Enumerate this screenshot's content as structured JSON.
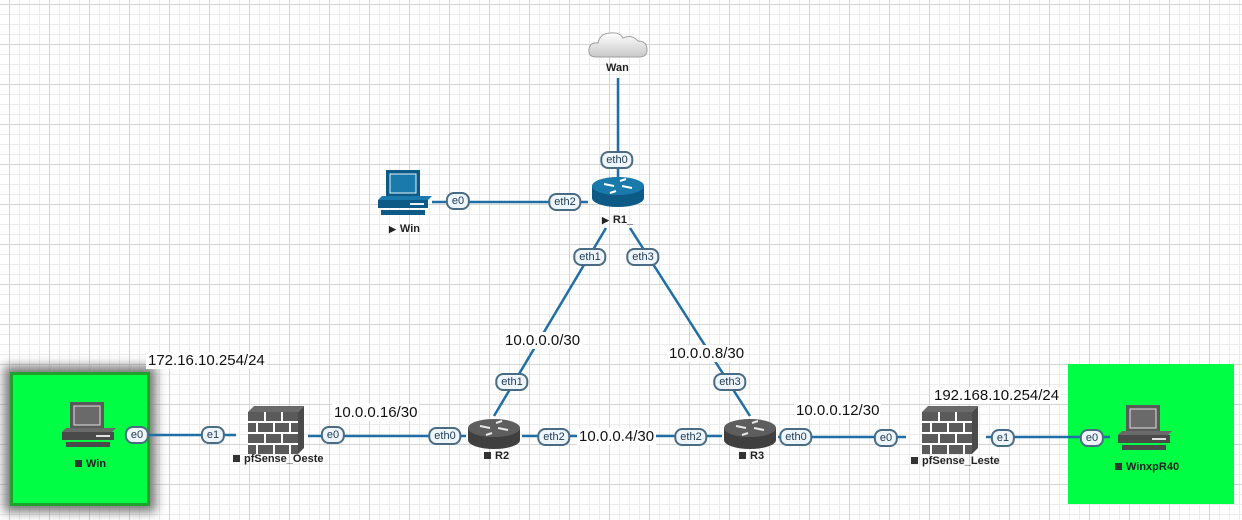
{
  "diagram": {
    "type": "network-topology",
    "colors": {
      "link": "#1f6fa6",
      "router_running": "#1a7aab",
      "router_stopped": "#5a5a5a",
      "group_fill": "#00ff44",
      "badge_border": "#4a6b84"
    },
    "nodes": {
      "wan": {
        "label": "Wan",
        "type": "cloud"
      },
      "r1": {
        "label": "R1_",
        "type": "router",
        "status": "running",
        "status_icon": "play-icon"
      },
      "win_top": {
        "label": "Win",
        "type": "pc",
        "status": "running",
        "status_icon": "play-icon"
      },
      "r2": {
        "label": "R2",
        "type": "router",
        "status": "stopped",
        "status_icon": "stop-icon"
      },
      "r3": {
        "label": "R3",
        "type": "router",
        "status": "stopped",
        "status_icon": "stop-icon"
      },
      "pfsense_oeste": {
        "label": "pfSense_Oeste",
        "type": "firewall",
        "status": "stopped",
        "status_icon": "stop-icon"
      },
      "pfsense_leste": {
        "label": "pfSense_Leste",
        "type": "firewall",
        "status": "stopped",
        "status_icon": "stop-icon"
      },
      "win_left": {
        "label": "Win",
        "type": "pc",
        "status": "stopped",
        "status_icon": "stop-icon"
      },
      "winxp": {
        "label": "WinxpR40",
        "type": "pc",
        "status": "stopped",
        "status_icon": "stop-icon"
      }
    },
    "interfaces": {
      "r1_eth0": "eth0",
      "r1_eth2": "eth2",
      "r1_eth1": "eth1",
      "r1_eth3": "eth3",
      "wintop_e0": "e0",
      "r2_eth1": "eth1",
      "r2_eth0": "eth0",
      "r2_eth2": "eth2",
      "r3_eth3": "eth3",
      "r3_eth2": "eth2",
      "r3_eth0": "eth0",
      "oeste_e1": "e1",
      "oeste_e0": "e0",
      "winleft_e0": "e0",
      "leste_e0": "e0",
      "leste_e1": "e1",
      "winxp_e0": "e0"
    },
    "network_labels": {
      "lan_oeste": "172.16.10.254/24",
      "oeste_r2": "10.0.0.16/30",
      "r1_r2": "10.0.0.0/30",
      "r1_r3": "10.0.0.8/30",
      "r2_r3": "10.0.0.4/30",
      "r3_leste": "10.0.0.12/30",
      "lan_leste": "192.168.10.254/24"
    },
    "links": [
      [
        "wan",
        "r1"
      ],
      [
        "win_top",
        "r1"
      ],
      [
        "r1",
        "r2"
      ],
      [
        "r1",
        "r3"
      ],
      [
        "r2",
        "r3"
      ],
      [
        "pfsense_oeste",
        "r2"
      ],
      [
        "win_left",
        "pfsense_oeste"
      ],
      [
        "r3",
        "pfsense_leste"
      ],
      [
        "pfsense_leste",
        "winxp"
      ]
    ]
  }
}
